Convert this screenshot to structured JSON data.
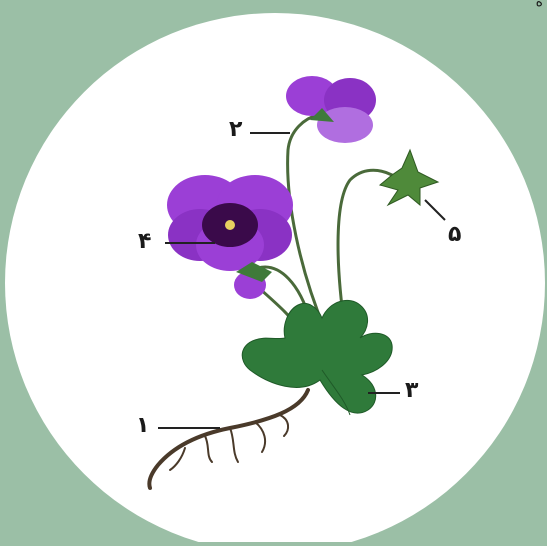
{
  "colors": {
    "background": "#9bbfa6",
    "circle": "#ffffff",
    "petal": "#9b3fd6",
    "petal_dark": "#3a0a4a",
    "leaf": "#2f7a3a",
    "stem": "#4a6a3a",
    "root": "#4a3a2a",
    "label_line": "#222222"
  },
  "corner_text": "ه",
  "labels": {
    "root": "۱",
    "stem": "۲",
    "leaf": "۳",
    "flower": "۴",
    "bud": "۵"
  }
}
